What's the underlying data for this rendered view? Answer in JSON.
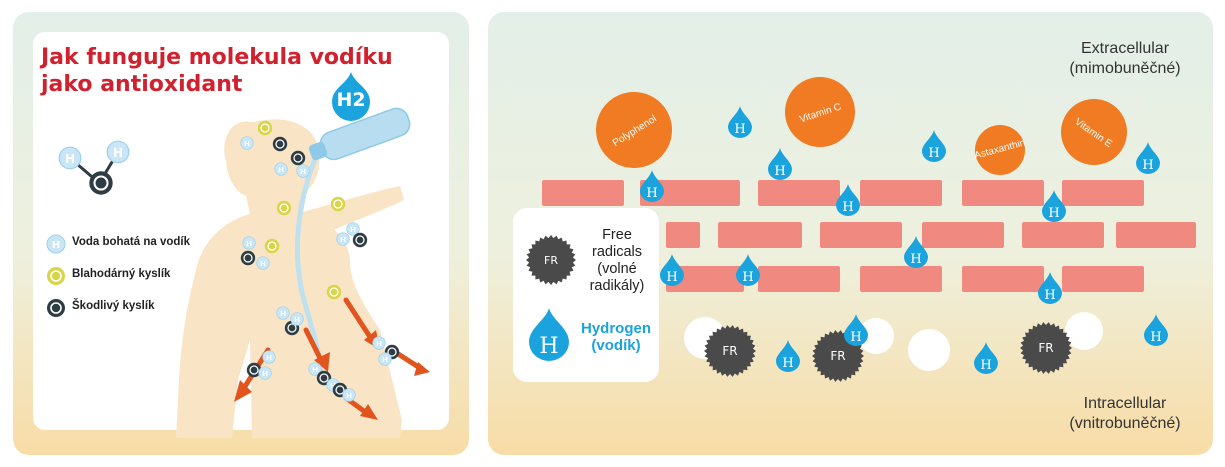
{
  "left_panel": {
    "title": "Jak funguje molekula vodíku jako antioxidant",
    "bottle_label": "H2",
    "legend": [
      {
        "label": "Voda bohatá na vodík",
        "icon": "hydrogen-molecule-icon"
      },
      {
        "label": "Blahodárný kyslík",
        "icon": "good-oxygen-icon"
      },
      {
        "label": "Škodlivý kyslík",
        "icon": "harmful-oxygen-icon"
      }
    ]
  },
  "right_panel": {
    "extracellular": [
      "Extracellular",
      "(mimobuněčné)"
    ],
    "intracellular": [
      "Intracellular",
      "(vnitrobuněčné)"
    ],
    "antioxidants": [
      "Polyphenol",
      "Vitamin C",
      "Astaxanthin",
      "Vitamin E"
    ],
    "free_radical_symbol": "FR",
    "hydrogen_symbol": "H",
    "legend_box": {
      "fr_symbol": "FR",
      "fr_label": [
        "Free",
        "radicals",
        "(volné",
        "radikály)"
      ],
      "h_symbol": "H",
      "h_label": [
        "Hydrogen",
        "(vodík)"
      ]
    }
  },
  "colors": {
    "title_red": "#d2212e",
    "hydrogen_blue": "#1ba3dd",
    "antioxidant_orange": "#f07b22",
    "membrane_pink": "#f08a80",
    "free_radical_dark": "#4a4a4a",
    "good_oxygen_yellow": "#d8d54a"
  }
}
